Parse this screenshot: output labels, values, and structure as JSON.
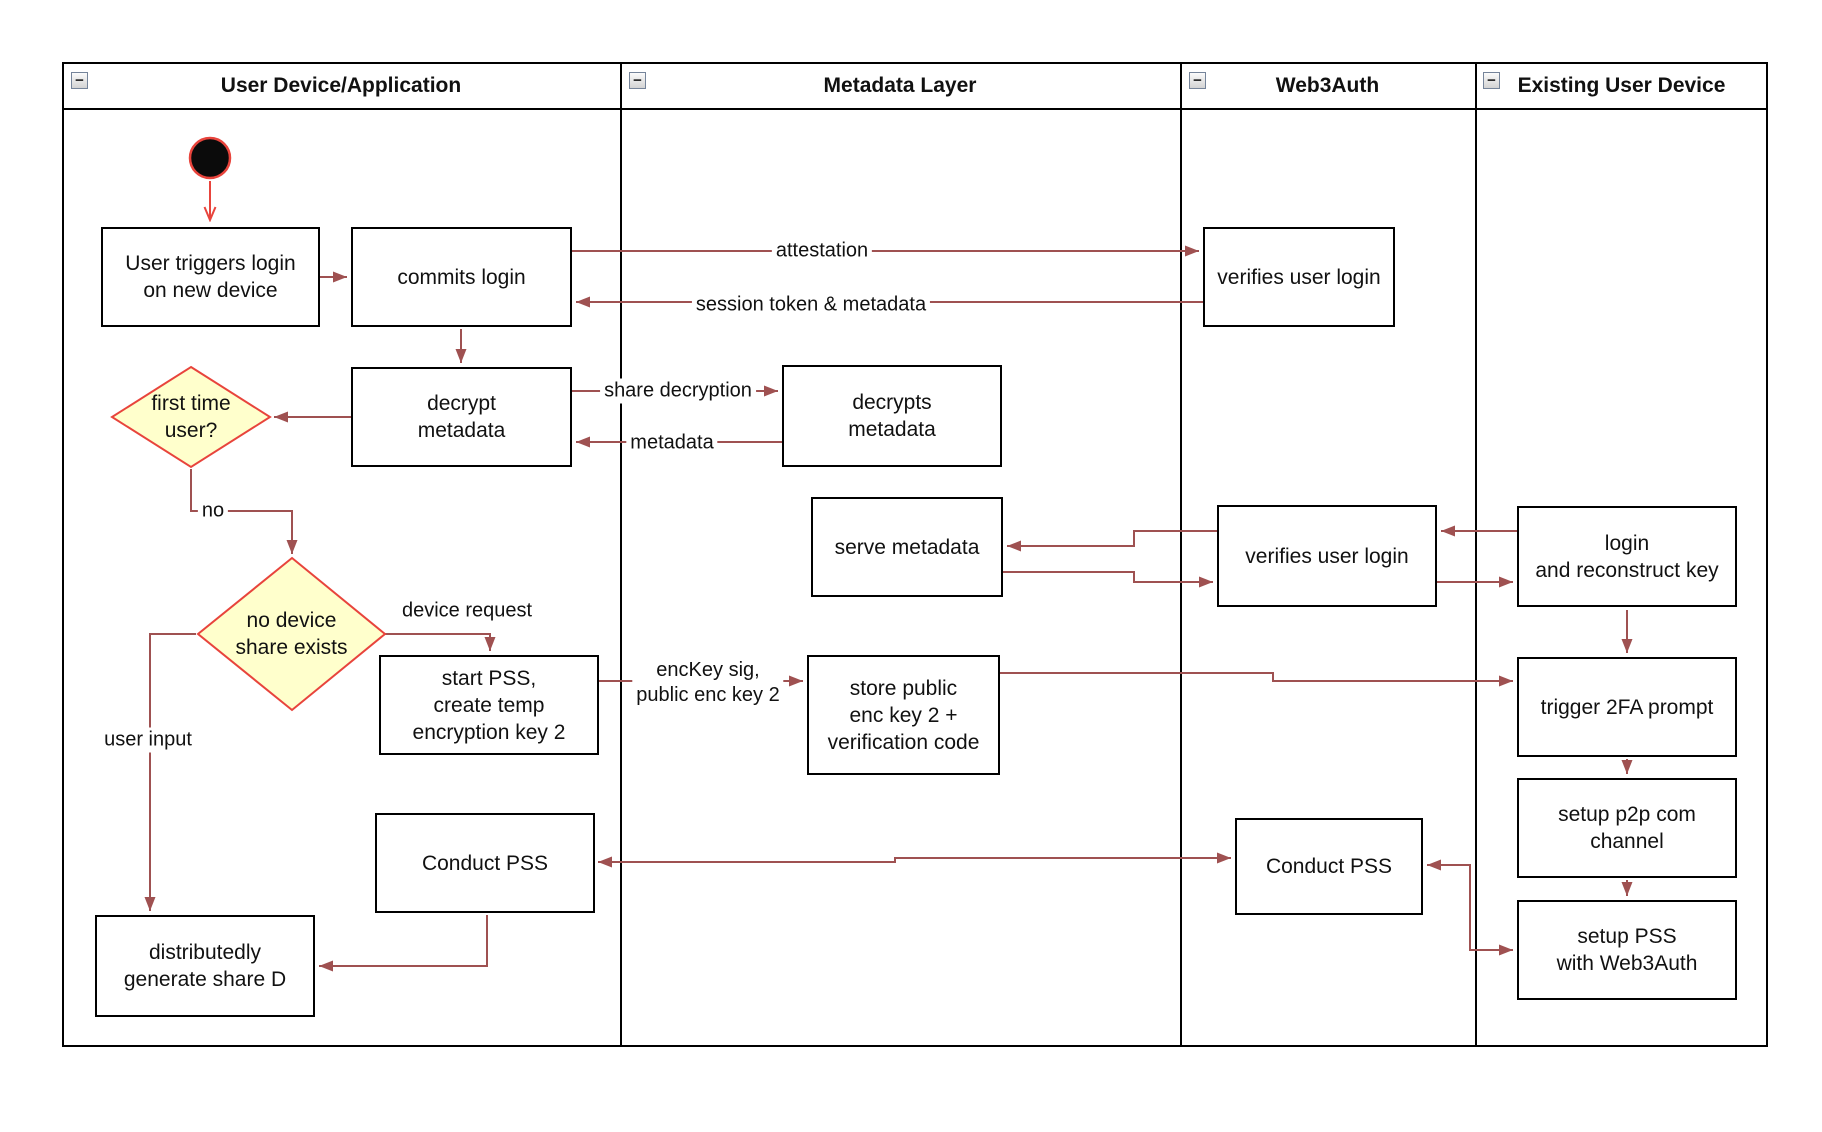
{
  "diagram": {
    "collapse_glyph": "−",
    "lanes": [
      {
        "title": "User Device/Application"
      },
      {
        "title": "Metadata Layer"
      },
      {
        "title": "Web3Auth"
      },
      {
        "title": "Existing User Device"
      }
    ],
    "nodes": {
      "user_triggers": "User triggers login\non new device",
      "commits_login": "commits login",
      "decrypt_metadata": "decrypt\nmetadata",
      "first_time_user": "first time\nuser?",
      "no_device_share": "no device\nshare exists",
      "start_pss": "start PSS,\ncreate temp\nencryption key 2",
      "conduct_pss_user": "Conduct PSS",
      "distributed_share": "distributedly\ngenerate share D",
      "decrypts_metadata": "decrypts\nmetadata",
      "serve_metadata": "serve metadata",
      "store_public": "store public\nenc key 2 +\nverification code",
      "verifies_login_1": "verifies user login",
      "verifies_login_2": "verifies user login",
      "conduct_pss_web3": "Conduct PSS",
      "login_reconstruct": "login\nand reconstruct key",
      "trigger_2fa": "trigger 2FA prompt",
      "setup_p2p": "setup p2p com\nchannel",
      "setup_pss": "setup PSS\nwith Web3Auth"
    },
    "edge_labels": {
      "attestation": "attestation",
      "session_token": "session token & metadata",
      "share_decryption": "share decryption",
      "metadata": "metadata",
      "no": "no",
      "device_request": "device request",
      "enc_key": "encKey sig,\npublic enc key 2",
      "user_input": "user input"
    },
    "colors": {
      "connector": "#9f5151",
      "start_accent": "#e8443c",
      "decision_fill": "#ffffcc",
      "decision_border": "#e8443c",
      "node_border": "#000000",
      "node_fill": "#ffffff"
    }
  }
}
